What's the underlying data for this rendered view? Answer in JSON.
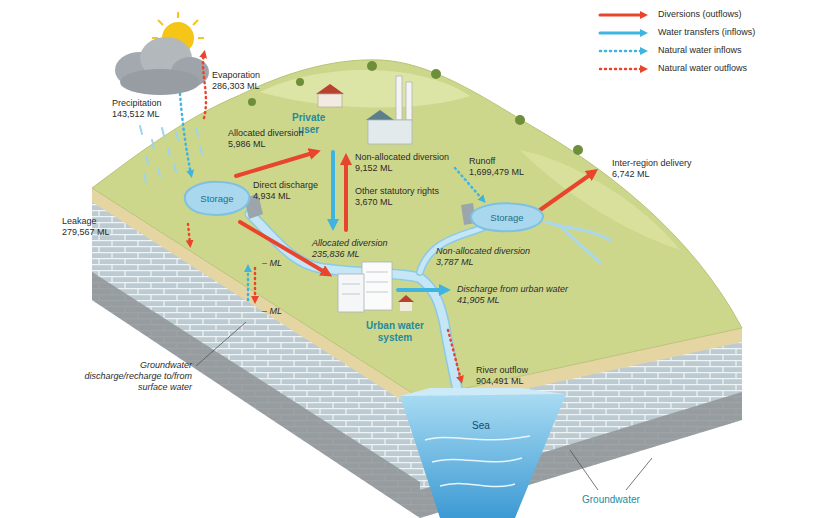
{
  "diagram": {
    "nodes": [
      {
        "text": [
          "Storage"
        ]
      },
      {
        "text": [
          "Storage"
        ]
      }
    ],
    "labels": [
      "Evaporation",
      "286,303 ML",
      "Precipitation",
      "143,512 ML",
      "Private user",
      "Allocated diversion",
      "5,986 ML",
      "Non-allocated diversion",
      "9,152 ML",
      "Runoff",
      "1,699,479 ML",
      "Inter-region delivery",
      "6,742 ML",
      "Direct discharge",
      "4,934 ML",
      "Other statutory rights",
      "3,670 ML",
      "Leakage",
      "279,567 ML",
      "Allocated diversion",
      "235,836 ML",
      "Non-allocated diversion",
      "3,787 ML",
      "– ML",
      "Discharge from urban water",
      "41,905 ML",
      "– ML",
      "Urban water system",
      "Groundwater discharge/recharge to/from surface water",
      "River outflow",
      "904,491 ML",
      "Sea",
      "Groundwater"
    ],
    "legend": [
      {
        "text": "Diversions (outflows)"
      },
      {
        "text": "Water transfers (inflows)"
      },
      {
        "text": "Natural water inflows"
      },
      {
        "text": "Natural water outflows"
      }
    ]
  }
}
